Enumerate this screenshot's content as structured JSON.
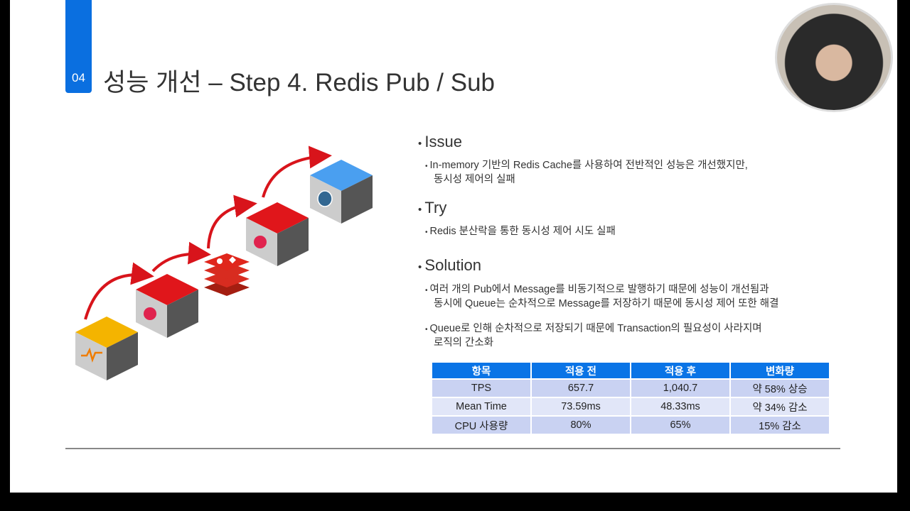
{
  "slide": {
    "number": "04",
    "title": "성능 개선 – Step 4. Redis Pub / Sub"
  },
  "sections": [
    {
      "heading": "Issue",
      "bullets": [
        [
          "In-memory 기반의 Redis Cache를 사용하여 전반적인 성능은 개선했지만,",
          "동시성 제어의 실패"
        ]
      ]
    },
    {
      "heading": "Try",
      "bullets": [
        [
          "Redis 분산락을 통한 동시성 제어 시도 실패"
        ]
      ]
    },
    {
      "heading": "Solution",
      "bullets": [
        [
          "여러 개의 Pub에서 Message를 비동기적으로 발행하기 때문에 성능이 개선됨과",
          "동시에 Queue는 순차적으로 Message를 저장하기 때문에 동시성 제어 또한 해결"
        ],
        [
          "Queue로 인해 순차적으로 저장되기 때문에 Transaction의 필요성이 사라지며",
          "로직의 간소화"
        ]
      ]
    }
  ],
  "table": {
    "headers": [
      "항목",
      "적용 전",
      "적용 후",
      "변화량"
    ],
    "rows": [
      [
        "TPS",
        "657.7",
        "1,040.7",
        "약 58% 상승"
      ],
      [
        "Mean Time",
        "73.59ms",
        "48.33ms",
        "약 34% 감소"
      ],
      [
        "CPU 사용량",
        "80%",
        "65%",
        "15% 감소"
      ]
    ]
  },
  "diagram": {
    "nodes": [
      "monitoring-cube",
      "nestjs-cube",
      "redis-icon",
      "nestjs-cube",
      "postgresql-cube"
    ],
    "colors": {
      "accent": "#0a6fe0",
      "red": "#e0161b",
      "yellow": "#f4b400",
      "blue": "#4a9ff0"
    }
  }
}
